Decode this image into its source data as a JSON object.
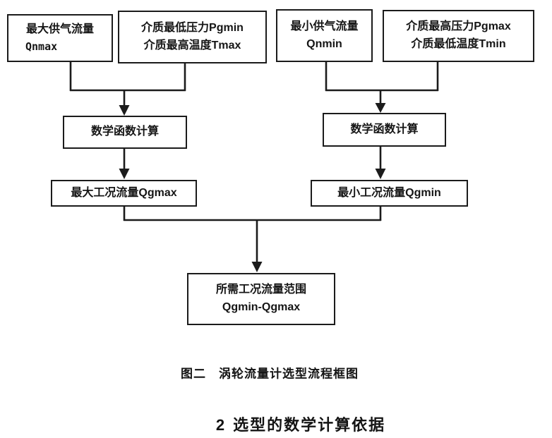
{
  "page": {
    "background": "#ffffff",
    "ink_color": "#1b1b1b"
  },
  "flowchart": {
    "boxes": {
      "max_supply_flow": {
        "line1": "最大供气流量",
        "line2": "Qnmax"
      },
      "min_pressure_max_temp": {
        "line1": "介质最低压力Pgmin",
        "line2": "介质最高温度Tmax"
      },
      "min_supply_flow": {
        "line1": "最小供气流量",
        "line2": "Qnmin"
      },
      "max_pressure_min_temp": {
        "line1": "介质最高压力Pgmax",
        "line2": "介质最低温度Tmin"
      },
      "math_calc_left": {
        "label": "数学函数计算"
      },
      "math_calc_right": {
        "label": "数学函数计算"
      },
      "max_operating_flow": {
        "label": "最大工况流量Qgmax"
      },
      "min_operating_flow": {
        "label": "最小工况流量Qgmin"
      },
      "required_flow_range": {
        "line1": "所需工况流量范围",
        "line2": "Qgmin-Qgmax"
      }
    },
    "caption": {
      "prefix": "图二",
      "text": "涡轮流量计选型流程框图"
    },
    "heading": {
      "number": "2",
      "text": "选型的数学计算依据"
    }
  }
}
